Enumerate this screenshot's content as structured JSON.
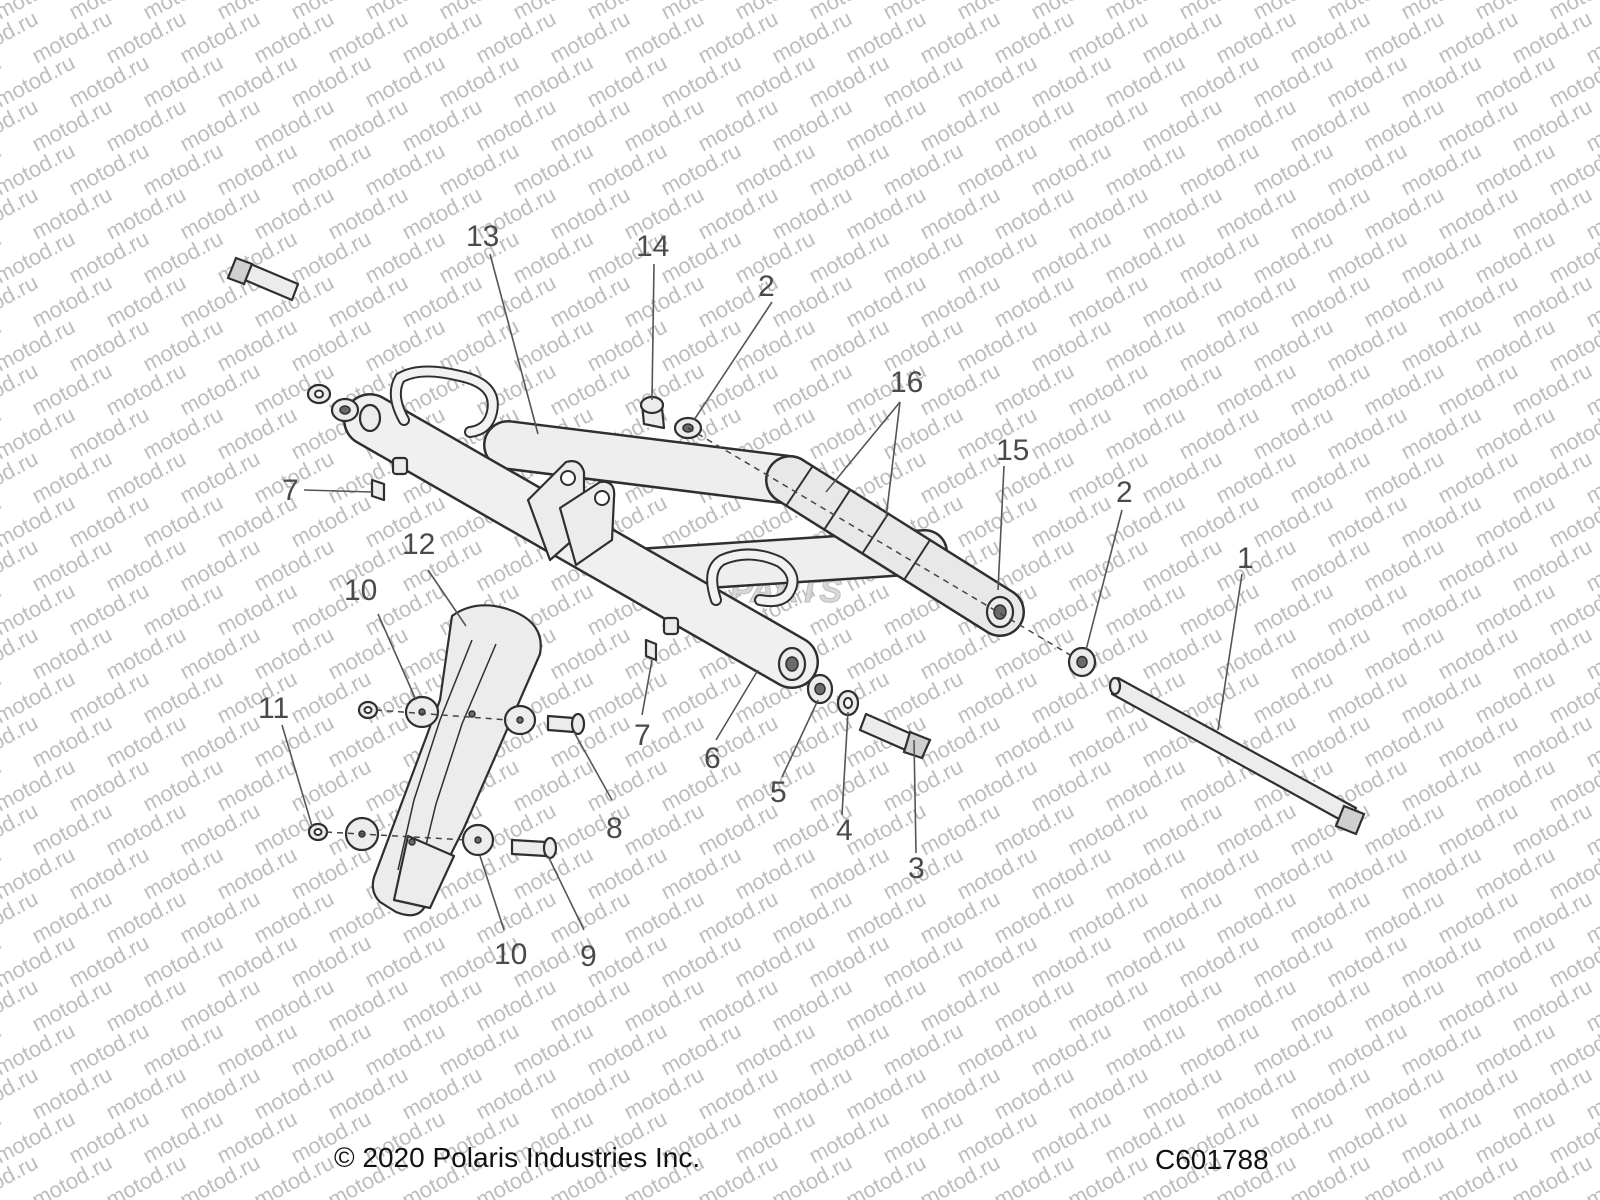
{
  "watermark": "motod.ru",
  "logo_text": "PARTS",
  "callouts": {
    "c1": "1",
    "c2a": "2",
    "c2b": "2",
    "c3": "3",
    "c4": "4",
    "c5": "5",
    "c6": "6",
    "c7a": "7",
    "c7b": "7",
    "c8": "8",
    "c9": "9",
    "c10a": "10",
    "c10b": "10",
    "c11": "11",
    "c12": "12",
    "c13": "13",
    "c14": "14",
    "c15": "15",
    "c16": "16"
  },
  "footer": {
    "copyright": "© 2020 Polaris Industries Inc.",
    "figure_id": "C601788"
  }
}
